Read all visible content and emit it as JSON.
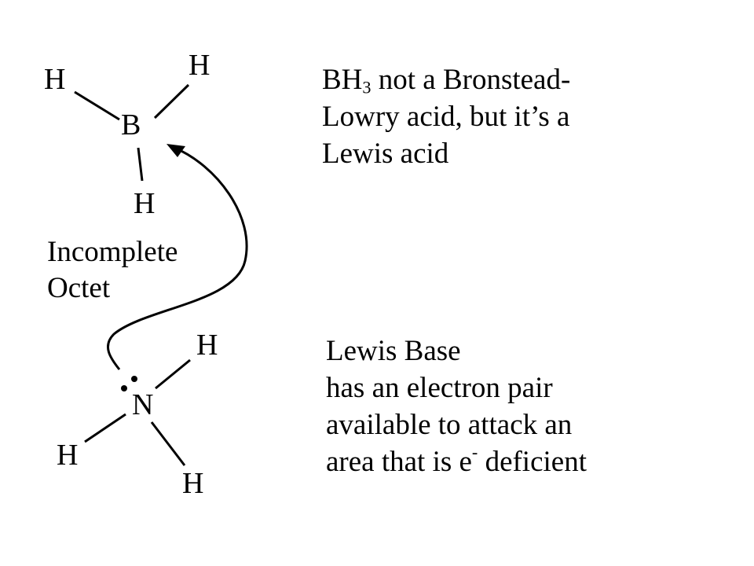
{
  "bh3": {
    "atoms": {
      "h_left": "H",
      "h_top": "H",
      "b": "B",
      "h_bottom": "H"
    },
    "label_line1": "Incomplete",
    "label_line2": "Octet"
  },
  "nh3": {
    "atoms": {
      "h_top": "H",
      "n": "N",
      "h_left": "H",
      "h_bottom": "H"
    },
    "lone_pair": "electron-pair-dots"
  },
  "acid_text": {
    "line1_pre": "BH",
    "line1_sub": "3",
    "line1_post": " not a Bronstead-",
    "line2": "Lowry acid, but it’s a",
    "line3": "Lewis acid"
  },
  "base_text": {
    "line1": "Lewis Base",
    "line2": "has an electron pair",
    "line3": "available to attack an",
    "line4_pre": "area that is e",
    "line4_sup": "-",
    "line4_post": " deficient"
  },
  "colors": {
    "ink": "#000000",
    "background": "#ffffff"
  }
}
